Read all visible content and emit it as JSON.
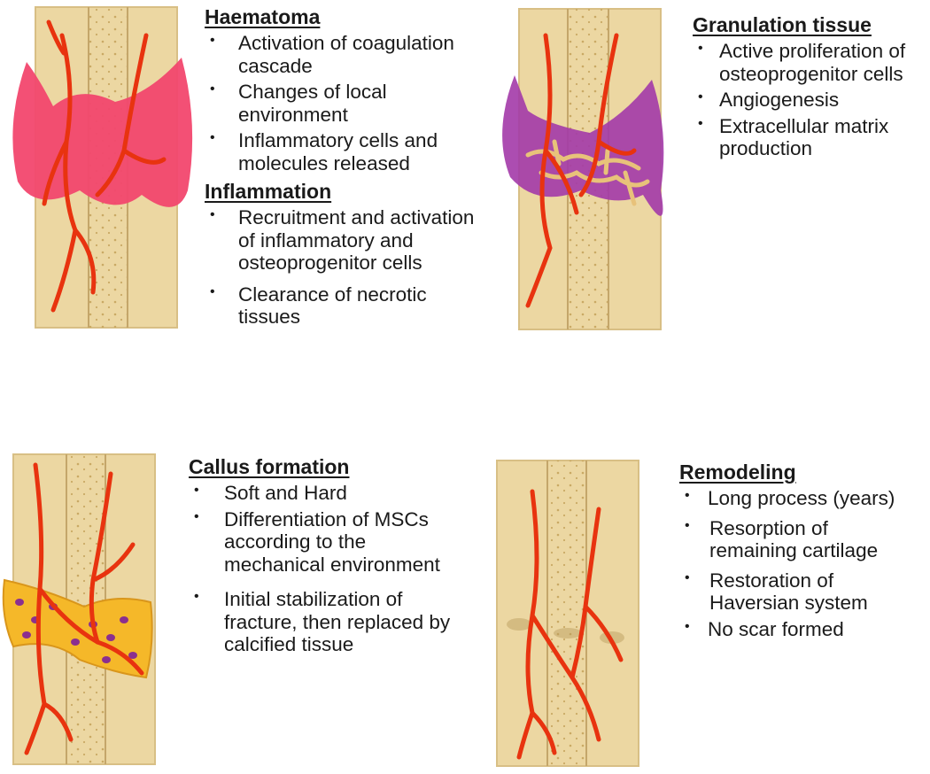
{
  "panels": [
    {
      "sections": [
        {
          "heading": "Haematoma",
          "bullets": [
            "Activation of coagulation cascade",
            "Changes of local environment",
            "Inflammatory cells and molecules released"
          ]
        },
        {
          "heading": "Inflammation",
          "bullets": [
            "Recruitment and activation of inflammatory and osteoprogenitor cells",
            "Clearance of necrotic tissues"
          ]
        }
      ]
    },
    {
      "sections": [
        {
          "heading": "Granulation tissue",
          "bullets": [
            "Active proliferation of osteoprogenitor cells",
            "Angiogenesis",
            "Extracellular matrix production"
          ]
        }
      ]
    },
    {
      "sections": [
        {
          "heading": "Callus formation",
          "bullets": [
            "Soft and Hard",
            "Differentiation of MSCs according to the mechanical environment",
            "Initial stabilization of fracture, then replaced by calcified tissue"
          ]
        }
      ]
    },
    {
      "sections": [
        {
          "heading": "Remodeling",
          "bullets": [
            "Long process (years)",
            "Resorption of remaining cartilage",
            "Restoration of Haversian system",
            "No scar formed"
          ]
        }
      ]
    }
  ],
  "colors": {
    "bone": "#ecd7a2",
    "bone_dark": "#d8bf85",
    "vessel": "#e8330f",
    "haematoma": "#f2476e",
    "granulation": "#a33aa8",
    "callus": "#f5b829",
    "cell": "#8b2f8f"
  }
}
